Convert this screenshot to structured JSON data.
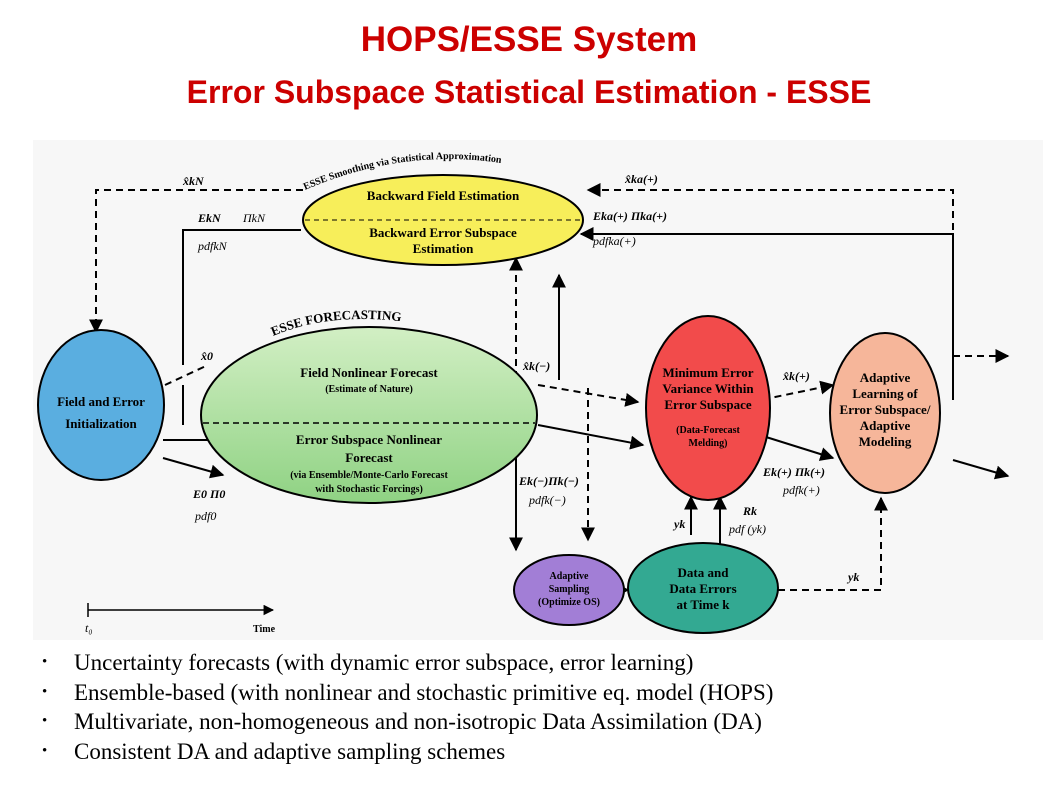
{
  "title": "HOPS/ESSE System",
  "subtitle": "Error Subspace Statistical Estimation - ESSE",
  "diagram": {
    "smoothing_label": "ESSE Smoothing via Statistical Approximation",
    "forecasting_label": "ESSE FORECASTING",
    "backward": {
      "line1": "Backward Field Estimation",
      "line2": "Backward Error Subspace",
      "line3": "Estimation"
    },
    "init": {
      "line1": "Field and Error",
      "line2": "Initialization"
    },
    "forecast": {
      "field_line1": "Field Nonlinear Forecast",
      "field_line2": "(Estimate of Nature)",
      "error_line1": "Error Subspace Nonlinear",
      "error_line2": "Forecast",
      "error_line3": "(via Ensemble/Monte-Carlo Forecast",
      "error_line4": "with Stochastic Forcings)"
    },
    "melding": {
      "line1": "Minimum Error",
      "line2": "Variance Within",
      "line3": "Error Subspace",
      "line4": "(Data-Forecast",
      "line5": "Melding)"
    },
    "adaptive_learning": {
      "line1": "Adaptive",
      "line2": "Learning of",
      "line3": "Error Subspace/",
      "line4": "Adaptive",
      "line5": "Modeling"
    },
    "sampling": {
      "line1": "Adaptive",
      "line2": "Sampling",
      "line3": "(Optimize OS)"
    },
    "data": {
      "line1": "Data and",
      "line2": "Data Errors",
      "line3": "at Time k"
    },
    "timeline": {
      "start": "t₀",
      "end": "Time"
    },
    "math": {
      "x_kN": "x̂kN",
      "E_kN": "EkN",
      "Pi_kN": "ΠkN",
      "pdf_kN": "pdfkN",
      "x_ka_plus": "x̂ka(+)",
      "E_ka_plus": "Eka(+) Πka(+)",
      "pdf_ka_plus": "pdfka(+)",
      "x_0": "x̂0",
      "E_0": "E0 Π0",
      "pdf_0": "pdf0",
      "x_k_minus": "x̂k(−)",
      "E_k_minus": "Ek(−)Πk(−)",
      "pdf_k_minus": "pdfk(−)",
      "x_k_plus": "x̂k(+)",
      "E_k_plus": "Ek(+) Πk(+)",
      "pdf_k_plus": "pdfk(+)",
      "y_k_1": "yk",
      "R_k": "Rk",
      "pdf_y_k": "pdf (yk)",
      "y_k_2": "yk"
    },
    "colors": {
      "backward": "#f7ee5a",
      "init": "#5aaee0",
      "forecast_top": "#d2efc4",
      "forecast_bottom": "#8fd283",
      "melding": "#f24b4b",
      "adaptive_learning": "#f6b69a",
      "sampling": "#a27ed6",
      "data": "#33a992"
    }
  },
  "bullets": [
    "Uncertainty forecasts (with dynamic error subspace, error learning)",
    "Ensemble-based (with nonlinear and stochastic primitive eq. model (HOPS)",
    "Multivariate, non-homogeneous and non-isotropic Data Assimilation (DA)",
    "Consistent DA and adaptive sampling schemes"
  ]
}
